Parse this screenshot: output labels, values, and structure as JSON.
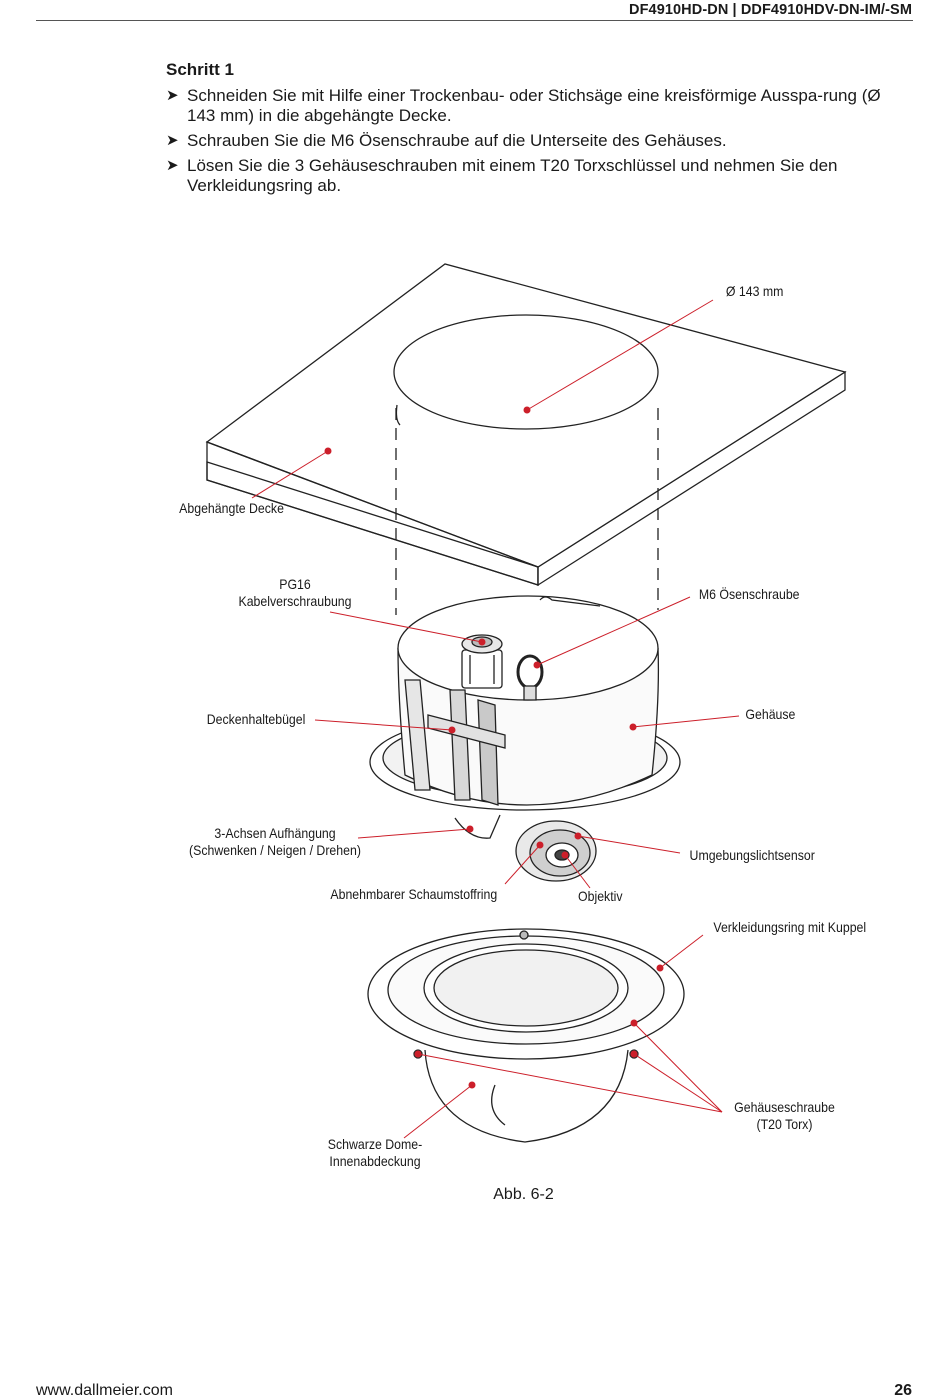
{
  "header": {
    "title": "DF4910HD-DN | DDF4910HDV-DN-IM/-SM"
  },
  "step": {
    "title": "Schritt 1",
    "bullets": [
      "Schneiden Sie mit Hilfe einer Trockenbau- oder Stichsäge eine kreisförmige Ausspa-rung (Ø 143 mm) in die abgehängte Decke.",
      "Schrauben Sie die M6 Ösenschraube auf die Unterseite des Gehäuses.",
      "Lösen Sie die 3 Gehäuseschrauben mit einem T20 Torxschlüssel und nehmen Sie den Verkleidungsring ab."
    ]
  },
  "figure": {
    "labels": {
      "diameter": "Ø 143 mm",
      "ceiling": "Abgehängte Decke",
      "pg16_line1": "PG16",
      "pg16_line2": "Kabelverschraubung",
      "m6": "M6 Ösenschraube",
      "bracket": "Deckenhaltebügel",
      "housing": "Gehäuse",
      "axis_line1": "3-Achsen Aufhängung",
      "axis_line2": "(Schwenken / Neigen / Drehen)",
      "sensor": "Umgebungslichtsensor",
      "foam": "Abnehmbarer Schaumstoffring",
      "lens": "Objektiv",
      "ring": "Verkleidungsring mit Kuppel",
      "screw_line1": "Gehäuseschraube",
      "screw_line2": "(T20 Torx)",
      "dome_line1": "Schwarze Dome-",
      "dome_line2": "Innenabdeckung"
    },
    "caption": "Abb. 6-2",
    "accent_color": "#cc1f2a"
  },
  "footer": {
    "url": "www.dallmeier.com",
    "page": "26"
  }
}
